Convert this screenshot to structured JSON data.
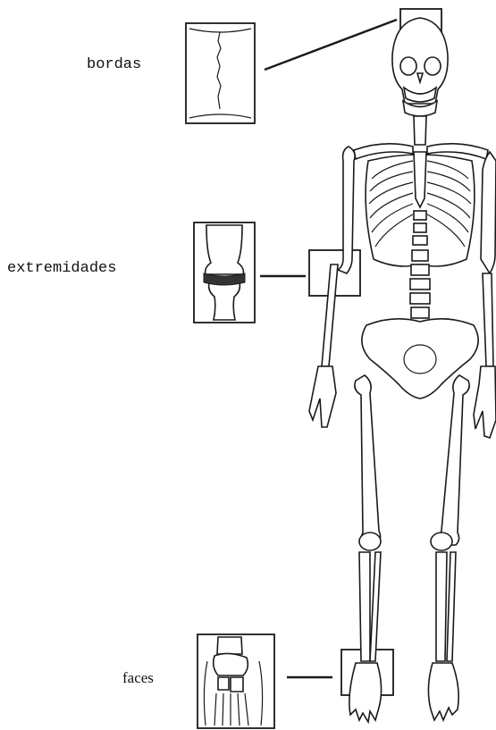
{
  "labels": {
    "bordas": "bordas",
    "extremidades": "extremidades",
    "faces": "faces"
  },
  "colors": {
    "ink": "#1a1a1a",
    "paper": "#ffffff"
  }
}
